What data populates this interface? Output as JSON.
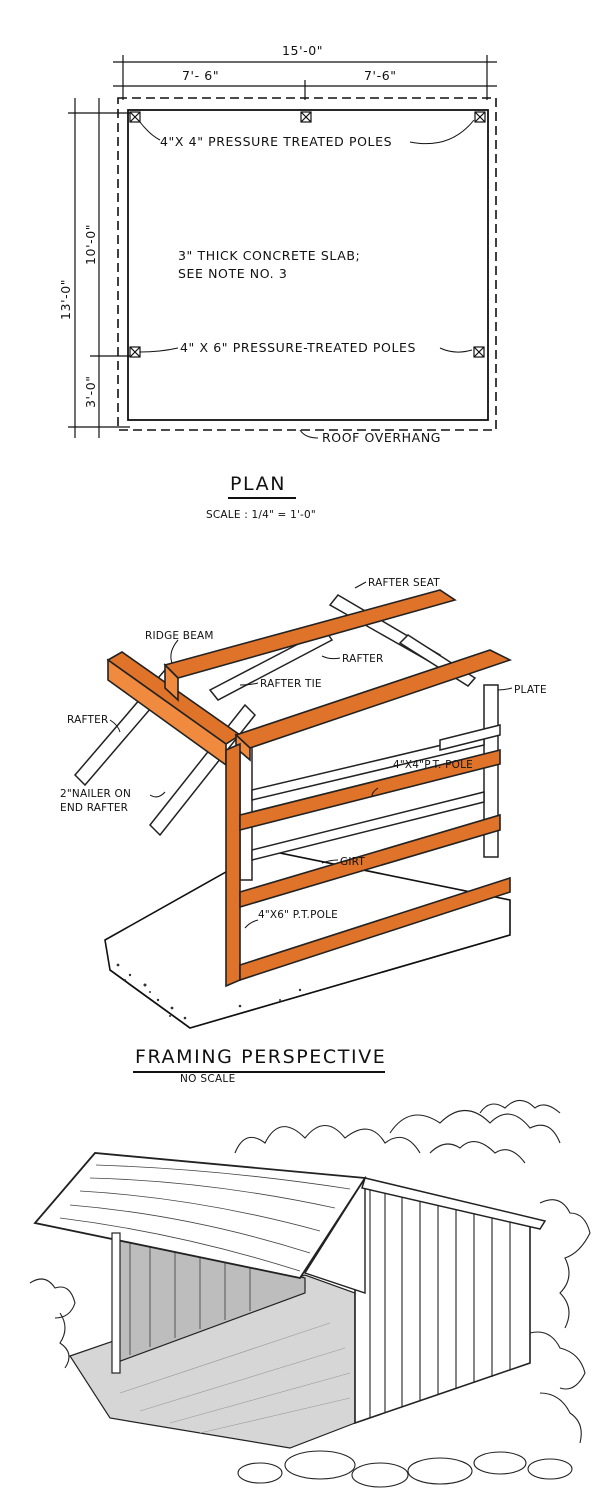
{
  "plan": {
    "dim_overall": "15'-0\"",
    "dim_left": "7'- 6\"",
    "dim_right": "7'-6\"",
    "dim_total_depth": "13'-0\"",
    "dim_depth_main": "10'-0\"",
    "dim_depth_front": "3'-0\"",
    "label_rear_poles": "4\"X 4\" PRESSURE TREATED POLES",
    "label_slab_line1": "3\" THICK CONCRETE SLAB;",
    "label_slab_line2": "SEE NOTE NO. 3",
    "label_front_poles": "4\" X 6\" PRESSURE-TREATED POLES",
    "label_overhang": "ROOF OVERHANG",
    "title": "PLAN",
    "scale": "SCALE : 1/4\" = 1'-0\""
  },
  "framing": {
    "label_rafter_seat": "RAFTER SEAT",
    "label_ridge_beam": "RIDGE BEAM",
    "label_rafter_top": "RAFTER",
    "label_rafter_tie": "RAFTER TIE",
    "label_plate": "PLATE",
    "label_rafter_left": "RAFTER",
    "label_nailer_line1": "2\"NAILER ON",
    "label_nailer_line2": "END RAFTER",
    "label_rear_pole": "4\"X4\"P.T. POLE",
    "label_girt": "GIRT",
    "label_front_pole": "4\"X6\" P.T.POLE",
    "title": "FRAMING PERSPECTIVE",
    "scale": "NO SCALE",
    "accent_color": "#e0732a"
  }
}
